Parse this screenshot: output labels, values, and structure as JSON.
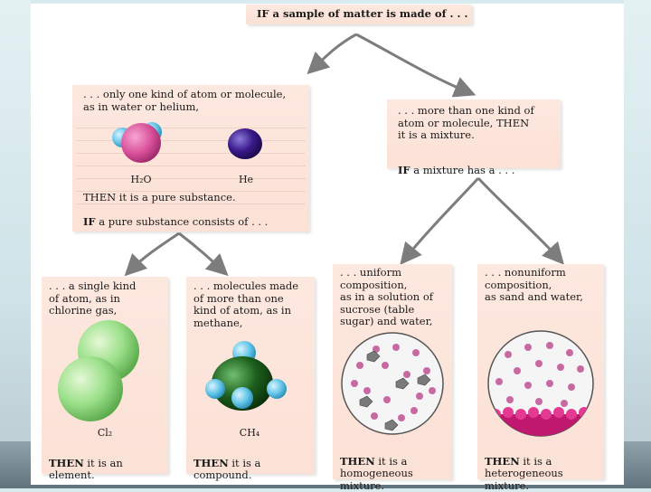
{
  "top": {
    "text": "IF a sample of matter is made of . . ."
  },
  "pure": {
    "text": ". . . only one kind of atom or molecule,\nas in water or helium,",
    "water_label": "H₂O",
    "helium_label": "He",
    "then_text": "THEN it is a pure substance.",
    "if_bold": "IF",
    "if_text": " a pure substance consists of . . ."
  },
  "mixture": {
    "text": ". . . more than one kind of\natom or molecule, THEN\nit is a mixture.",
    "if_bold": "IF",
    "if_text": " a mixture has a . . ."
  },
  "element": {
    "text": ". . . a single kind\nof atom, as in\nchlorine gas,",
    "formula": "Cl₂",
    "then_bold": "THEN",
    "then_text": " it is an\nelement."
  },
  "compound": {
    "text": ". . . molecules made\nof  more than one\nkind of atom, as in\nmethane,",
    "formula": "CH₄",
    "then_bold": "THEN",
    "then_text": " it is a\ncompound."
  },
  "homogeneous": {
    "text": ". . . uniform\ncomposition,\nas in a solution of\nsucrose (table\nsugar) and water,",
    "then_bold": "THEN",
    "then_text": " it is a\nhomogeneous\nmixture."
  },
  "heterogeneous": {
    "text": ". . . nonuniform\ncomposition,\nas sand and water,",
    "then_bold": "THEN",
    "then_text": " it is a\nheterogeneous\nmixture."
  },
  "colors": {
    "box_fill": "#fde8df",
    "arrow": "#7d7d7d",
    "water_pink": "#d9509a",
    "hydrogen_blue": "#5fc3e6",
    "helium_purple": "#3a1a8a",
    "chlorine_green": "#9be08a",
    "carbon_green": "#1c5e1c"
  }
}
